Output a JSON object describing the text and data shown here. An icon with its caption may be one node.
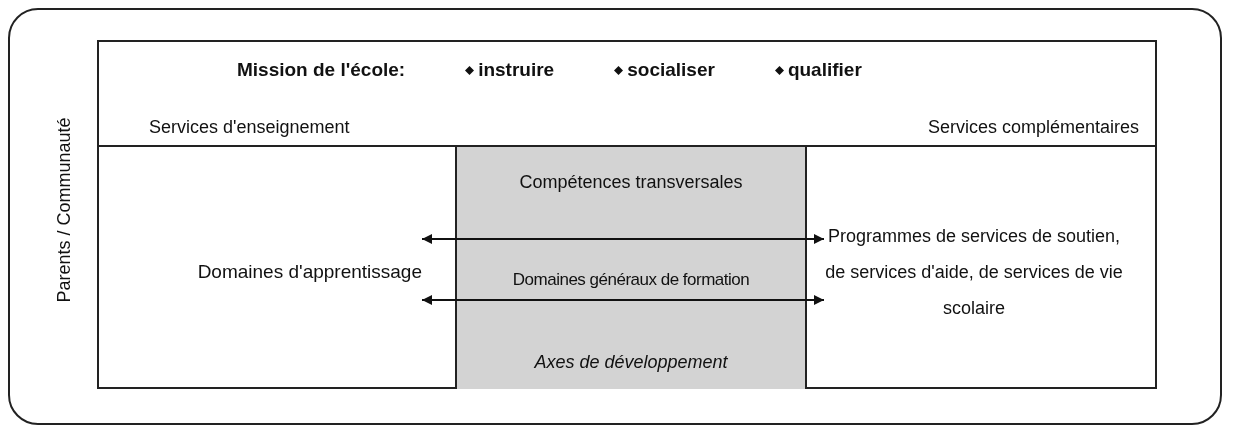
{
  "diagram": {
    "nodes": [
      {
        "text": [
          "Parents / Communauté"
        ]
      },
      {
        "text": [
          "Mission de l'école:",
          "instruire",
          "socialiser",
          "qualifier",
          "Services d'enseignement",
          "Services complémentaires"
        ],
        "in": 0
      },
      {
        "text": [
          "Domaines d'apprentissage"
        ],
        "in": 1
      },
      {
        "text": [
          "Programmes de services de soutien, de services d'aide, de services de vie scolaire"
        ],
        "in": 1
      }
    ],
    "edges": [
      {
        "from": 2,
        "to": 3,
        "arrow": "both",
        "label": "Compétences transversales"
      },
      {
        "from": 2,
        "to": 3,
        "arrow": "both",
        "label": "Domaines généraux de formation"
      }
    ],
    "labels": [
      "Axes de développement"
    ]
  }
}
